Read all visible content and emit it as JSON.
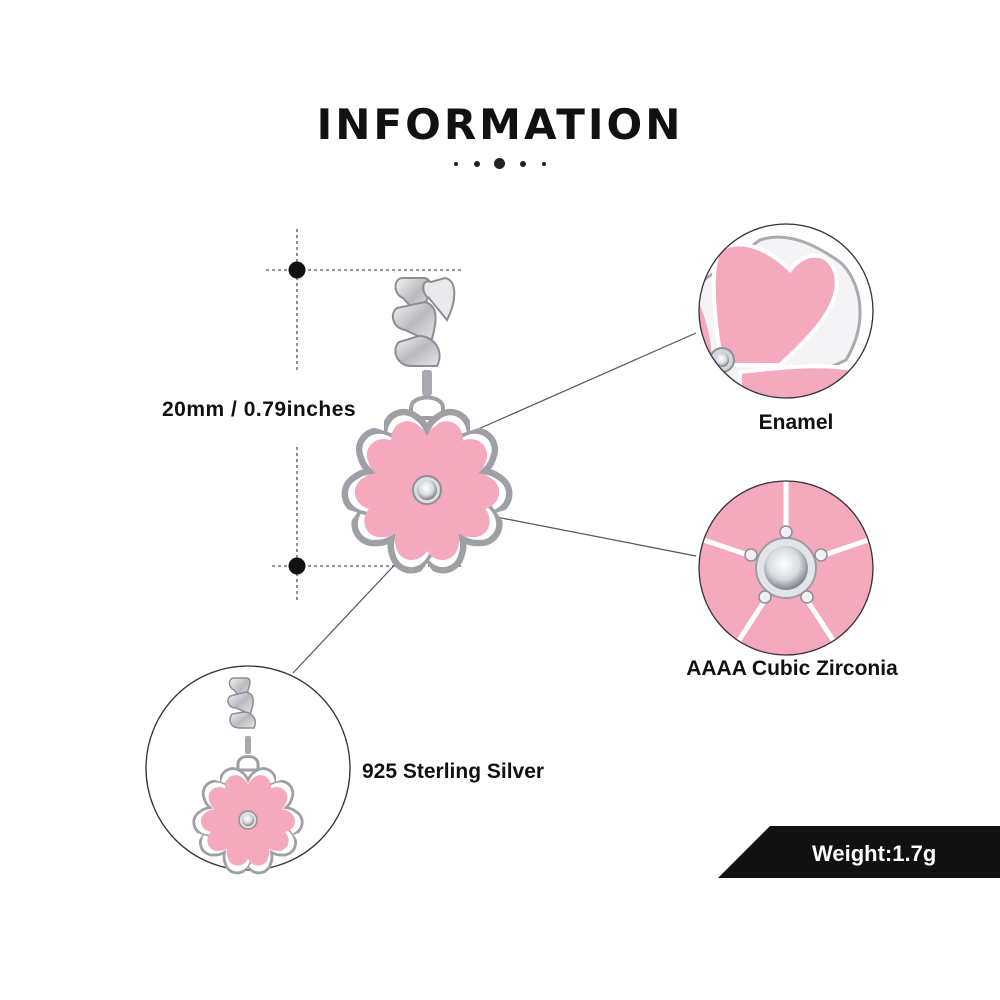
{
  "header": {
    "title": "INFORMATION"
  },
  "dimension": {
    "label": "20mm / 0.79inches"
  },
  "callouts": {
    "enamel": "Enamel",
    "cubic_zirconia": "AAAA Cubic Zirconia",
    "material": "925 Sterling Silver"
  },
  "weight": {
    "label": "Weight:1.7g"
  },
  "colors": {
    "enamel_pink": "#f4a9bd",
    "silver": "#c9c9cd",
    "dark": "#111111"
  }
}
